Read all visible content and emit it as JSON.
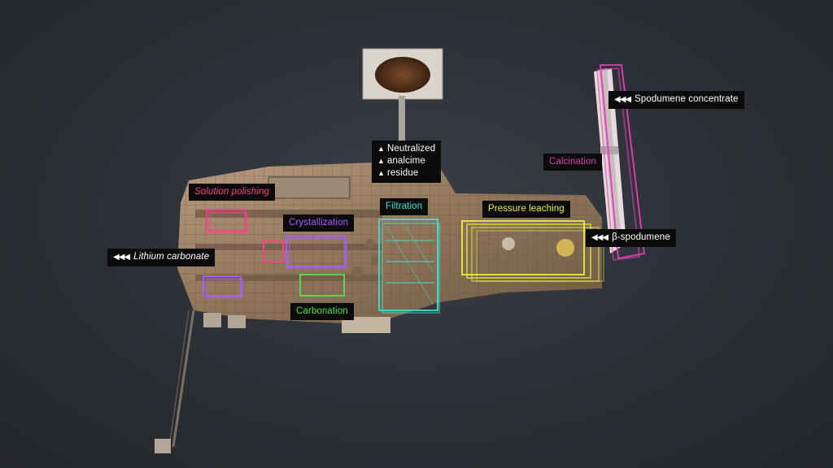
{
  "labels": {
    "spodumene_concentrate": "Spodumene concentrate",
    "neutralized_line1": "Neutralized",
    "neutralized_line2": "analcime",
    "neutralized_line3": "residue",
    "calcination": "Calcination",
    "solution_polishing": "Solution polishing",
    "filtration": "Filtration",
    "pressure_leaching": "Pressure leaching",
    "crystallization": "Crystallization",
    "beta_spodumene": "β-spodumene",
    "lithium_carbonate": "Lithium carbonate",
    "carbonation": "Carbonation"
  },
  "colors": {
    "background": "#2b2f35",
    "calcination": "#e23fb4",
    "solution_polishing": "#ff3f8a",
    "crystallization": "#a85cff",
    "filtration": "#3fe0d0",
    "pressure_leaching": "#e8f03c",
    "carbonation": "#56e04a",
    "label_bg": "#0b0b0c"
  },
  "icons": {
    "input_arrow": "triple-left-arrow-icon",
    "output_arrow": "up-triangle-icon"
  }
}
